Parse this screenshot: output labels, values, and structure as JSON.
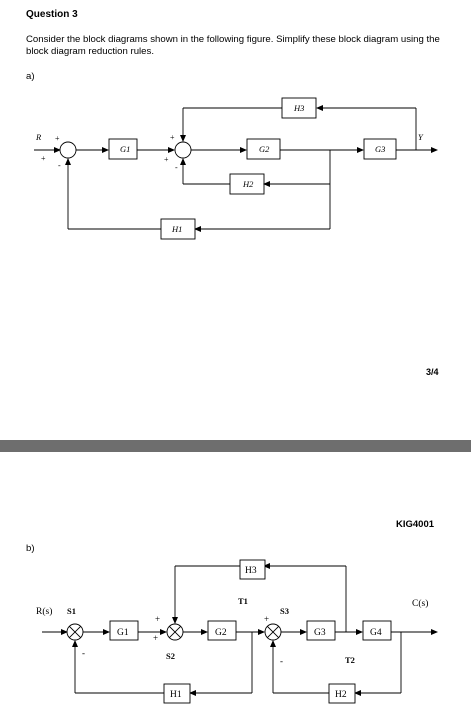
{
  "question": {
    "title": "Question 3",
    "text": "Consider the block diagrams shown in the following figure. Simplify these block diagram using the block diagram reduction rules.",
    "page_number": "3/4",
    "course_code": "KIG4001"
  },
  "diagram_a": {
    "label": "a)",
    "input": "R",
    "output": "Y",
    "blocks": {
      "g1": "G1",
      "g2": "G2",
      "g3": "G3",
      "h1": "H1",
      "h2": "H2",
      "h3": "H3"
    },
    "signs": {
      "s1_top": "+",
      "s1_left": "+",
      "s1_bottom": "-",
      "s2_top": "+",
      "s2_left": "+",
      "s2_bottom": "-"
    }
  },
  "diagram_b": {
    "label": "b)",
    "input": "R(s)",
    "output": "C(s)",
    "blocks": {
      "g1": "G1",
      "g2": "G2",
      "g3": "G3",
      "g4": "G4",
      "h1": "H1",
      "h2": "H2",
      "h3": "H3"
    },
    "points": {
      "s1": "S1",
      "s2": "S2",
      "s3": "S3",
      "t1": "T1",
      "t2": "T2"
    },
    "signs": {
      "j1_bottom": "-",
      "j2_top": "+",
      "j2_left": "+",
      "j3_top": "+",
      "j3_bottom": "-"
    }
  }
}
